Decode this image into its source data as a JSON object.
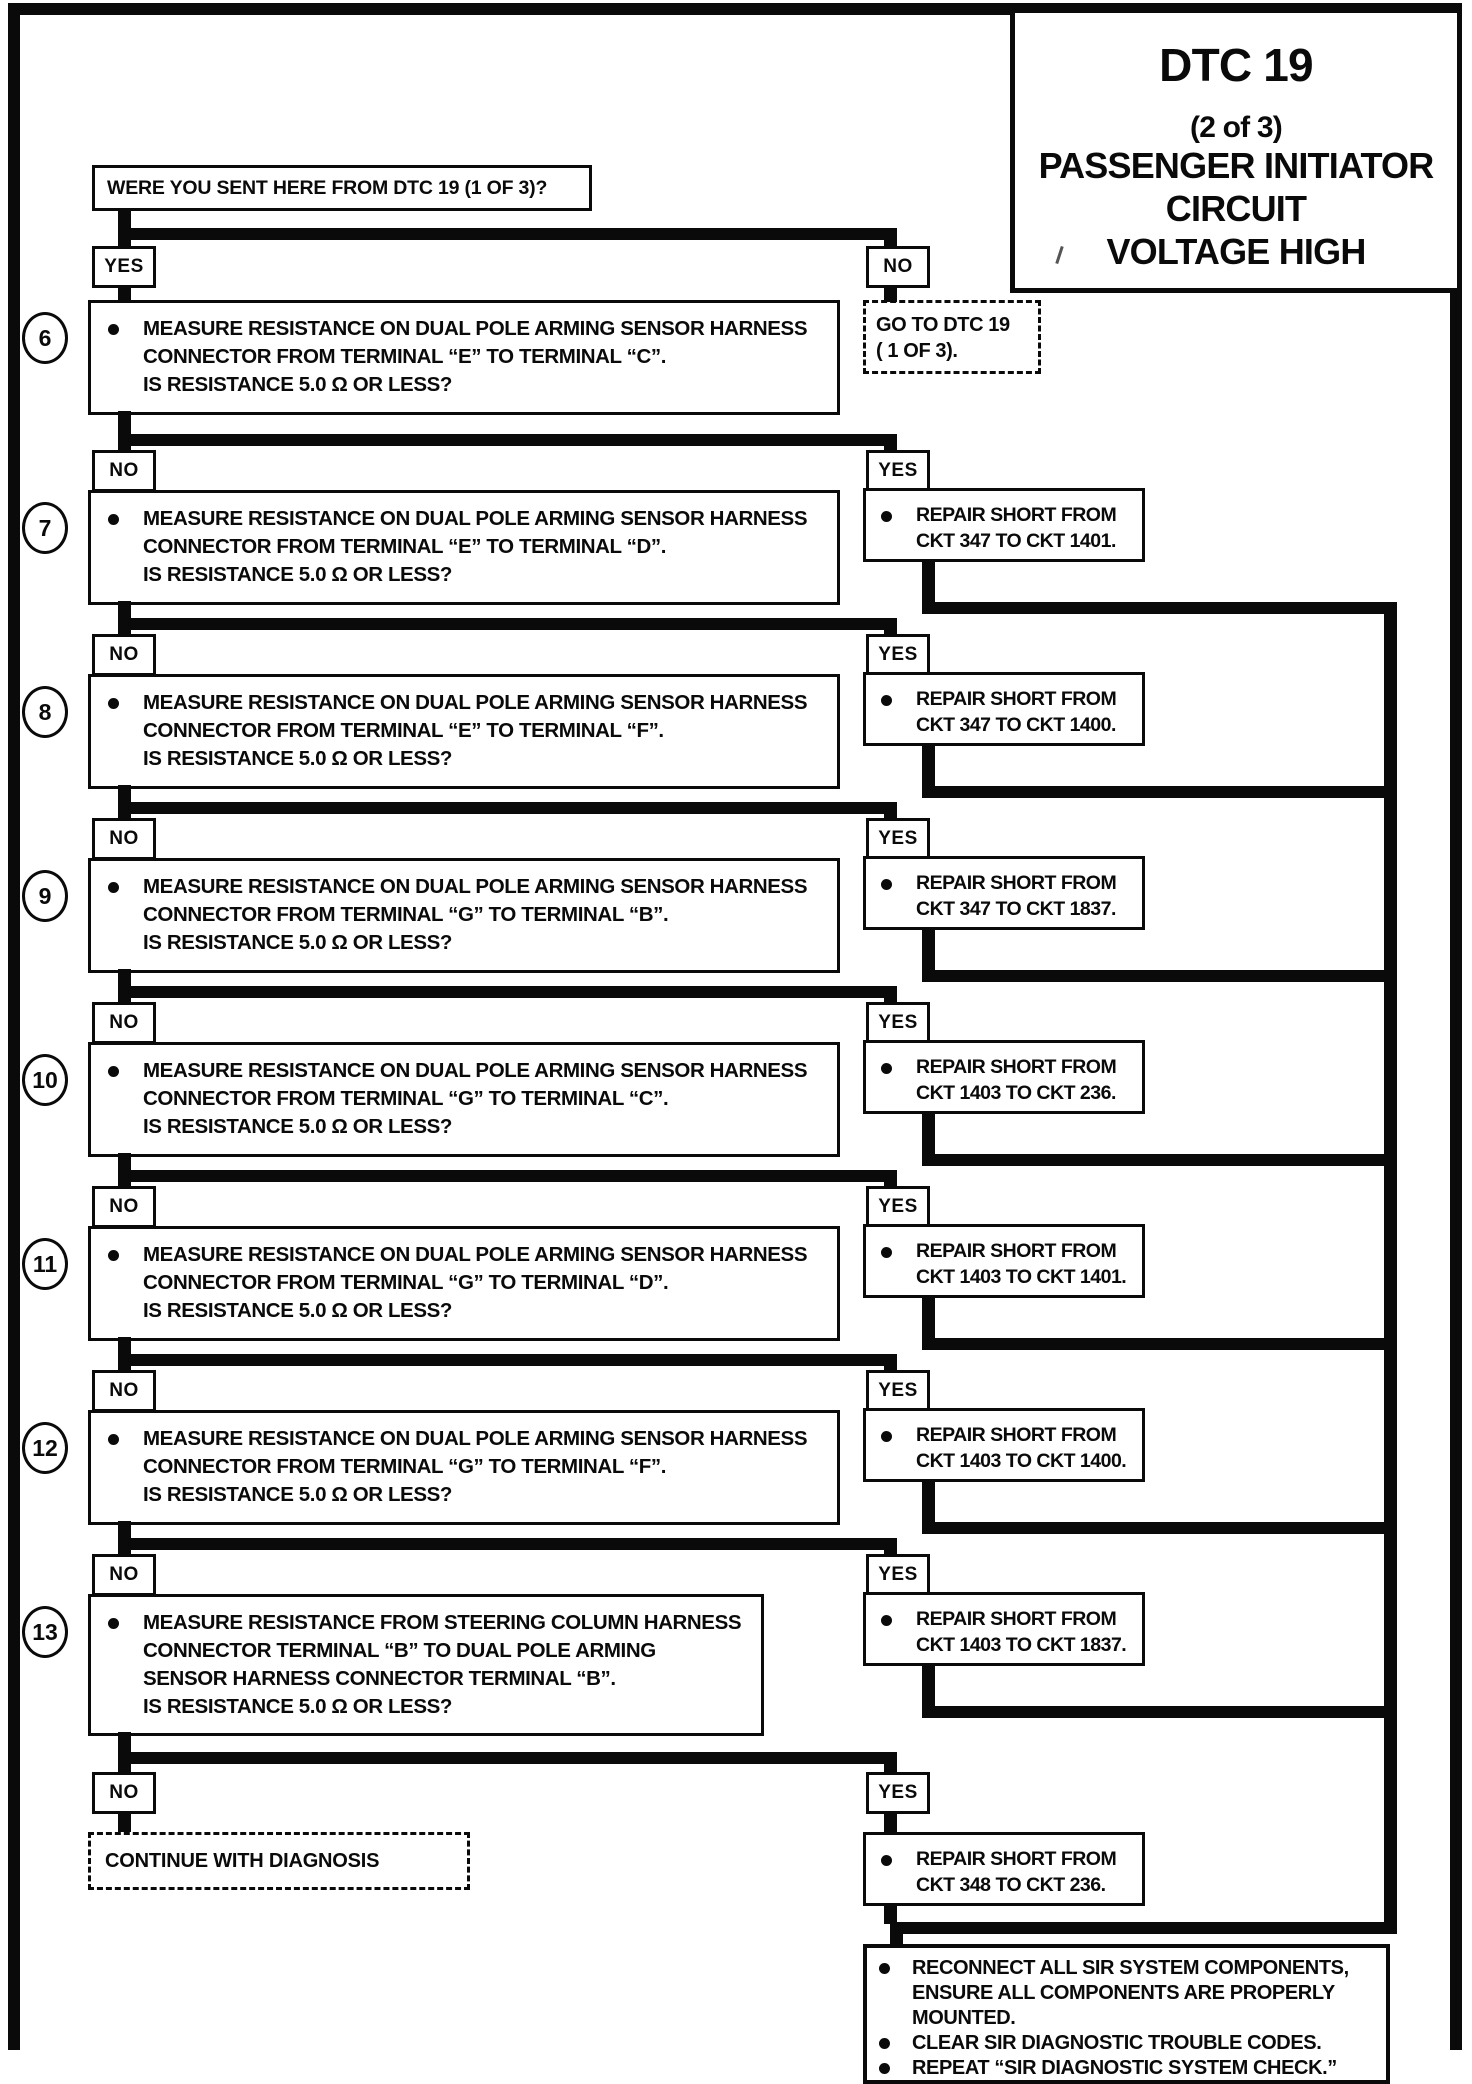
{
  "title": {
    "l1": "DTC 19",
    "l2": "(2 of 3)",
    "l3": "PASSENGER INITIATOR",
    "l4": "CIRCUIT",
    "l5": "VOLTAGE HIGH"
  },
  "start_question": "WERE YOU SENT HERE FROM DTC 19 (1 OF 3)?",
  "labels": {
    "yes": "YES",
    "no": "NO"
  },
  "goto_box": {
    "lines": [
      "GO TO DTC 19",
      "( 1 OF 3)."
    ]
  },
  "continue_box": "CONTINUE WITH DIAGNOSIS",
  "steps": [
    {
      "num": "6",
      "lines": [
        "MEASURE RESISTANCE ON DUAL POLE ARMING SENSOR HARNESS",
        "CONNECTOR FROM TERMINAL “E” TO TERMINAL “C”.",
        "IS RESISTANCE 5.0 Ω OR LESS?"
      ]
    },
    {
      "num": "7",
      "lines": [
        "MEASURE RESISTANCE ON DUAL POLE ARMING SENSOR HARNESS",
        "CONNECTOR FROM TERMINAL “E” TO TERMINAL “D”.",
        "IS RESISTANCE 5.0 Ω OR LESS?"
      ]
    },
    {
      "num": "8",
      "lines": [
        "MEASURE RESISTANCE ON DUAL POLE ARMING SENSOR HARNESS",
        "CONNECTOR FROM TERMINAL “E” TO TERMINAL “F”.",
        "IS RESISTANCE 5.0 Ω OR LESS?"
      ]
    },
    {
      "num": "9",
      "lines": [
        "MEASURE RESISTANCE ON DUAL POLE ARMING SENSOR HARNESS",
        "CONNECTOR FROM TERMINAL “G” TO TERMINAL “B”.",
        "IS RESISTANCE 5.0 Ω OR LESS?"
      ]
    },
    {
      "num": "10",
      "lines": [
        "MEASURE RESISTANCE ON DUAL POLE ARMING SENSOR HARNESS",
        "CONNECTOR FROM TERMINAL “G” TO TERMINAL “C”.",
        "IS RESISTANCE 5.0 Ω OR LESS?"
      ]
    },
    {
      "num": "11",
      "lines": [
        "MEASURE RESISTANCE ON DUAL POLE ARMING SENSOR HARNESS",
        "CONNECTOR FROM TERMINAL “G” TO TERMINAL “D”.",
        "IS RESISTANCE 5.0 Ω OR LESS?"
      ]
    },
    {
      "num": "12",
      "lines": [
        "MEASURE RESISTANCE ON DUAL POLE ARMING SENSOR HARNESS",
        "CONNECTOR FROM TERMINAL “G” TO TERMINAL “F”.",
        "IS RESISTANCE 5.0 Ω OR LESS?"
      ]
    },
    {
      "num": "13",
      "lines": [
        "MEASURE RESISTANCE FROM STEERING COLUMN HARNESS",
        "CONNECTOR TERMINAL “B” TO DUAL POLE ARMING",
        "SENSOR HARNESS CONNECTOR TERMINAL “B”.",
        "IS RESISTANCE 5.0 Ω OR LESS?"
      ]
    }
  ],
  "repairs": [
    {
      "lines": [
        "REPAIR SHORT FROM",
        "CKT 347 TO CKT 1401."
      ]
    },
    {
      "lines": [
        "REPAIR SHORT FROM",
        "CKT 347 TO CKT 1400."
      ]
    },
    {
      "lines": [
        "REPAIR SHORT FROM",
        "CKT 347 TO CKT 1837."
      ]
    },
    {
      "lines": [
        "REPAIR SHORT FROM",
        "CKT 1403 TO CKT 236."
      ]
    },
    {
      "lines": [
        "REPAIR SHORT FROM",
        "CKT 1403 TO CKT 1401."
      ]
    },
    {
      "lines": [
        "REPAIR SHORT FROM",
        "CKT 1403 TO CKT 1400."
      ]
    },
    {
      "lines": [
        "REPAIR SHORT FROM",
        "CKT 1403 TO CKT 1837."
      ]
    },
    {
      "lines": [
        "REPAIR SHORT FROM",
        "CKT 348 TO CKT 236."
      ]
    }
  ],
  "final_box": {
    "items": [
      {
        "lines": [
          "RECONNECT ALL SIR SYSTEM COMPONENTS,",
          "ENSURE ALL COMPONENTS ARE PROPERLY",
          "MOUNTED."
        ]
      },
      {
        "lines": [
          "CLEAR SIR DIAGNOSTIC TROUBLE CODES."
        ]
      },
      {
        "lines": [
          "REPEAT “SIR DIAGNOSTIC SYSTEM CHECK.”"
        ]
      }
    ]
  }
}
